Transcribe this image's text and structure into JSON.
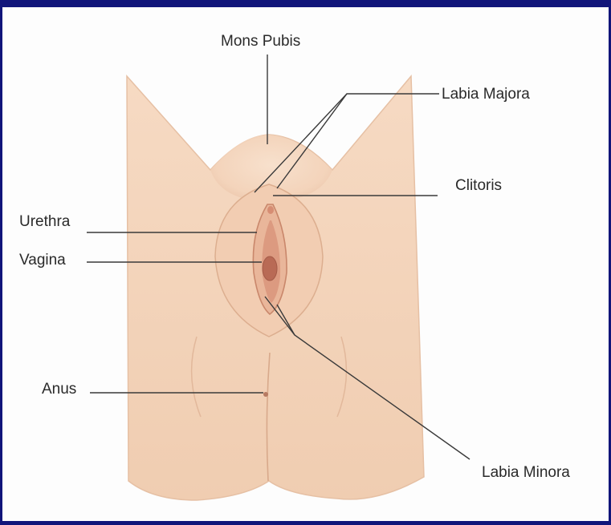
{
  "labels": {
    "mons_pubis": "Mons Pubis",
    "labia_majora": "Labia Majora",
    "clitoris": "Clitoris",
    "urethra": "Urethra",
    "vagina": "Vagina",
    "anus": "Anus",
    "labia_minora": "Labia Minora"
  },
  "colors": {
    "frame": "#11157a",
    "skin": "#f6dcc5",
    "skin_shadow": "#e9c2a6",
    "leader_line": "#3a3a3a",
    "label_text": "#2a2a2a"
  }
}
